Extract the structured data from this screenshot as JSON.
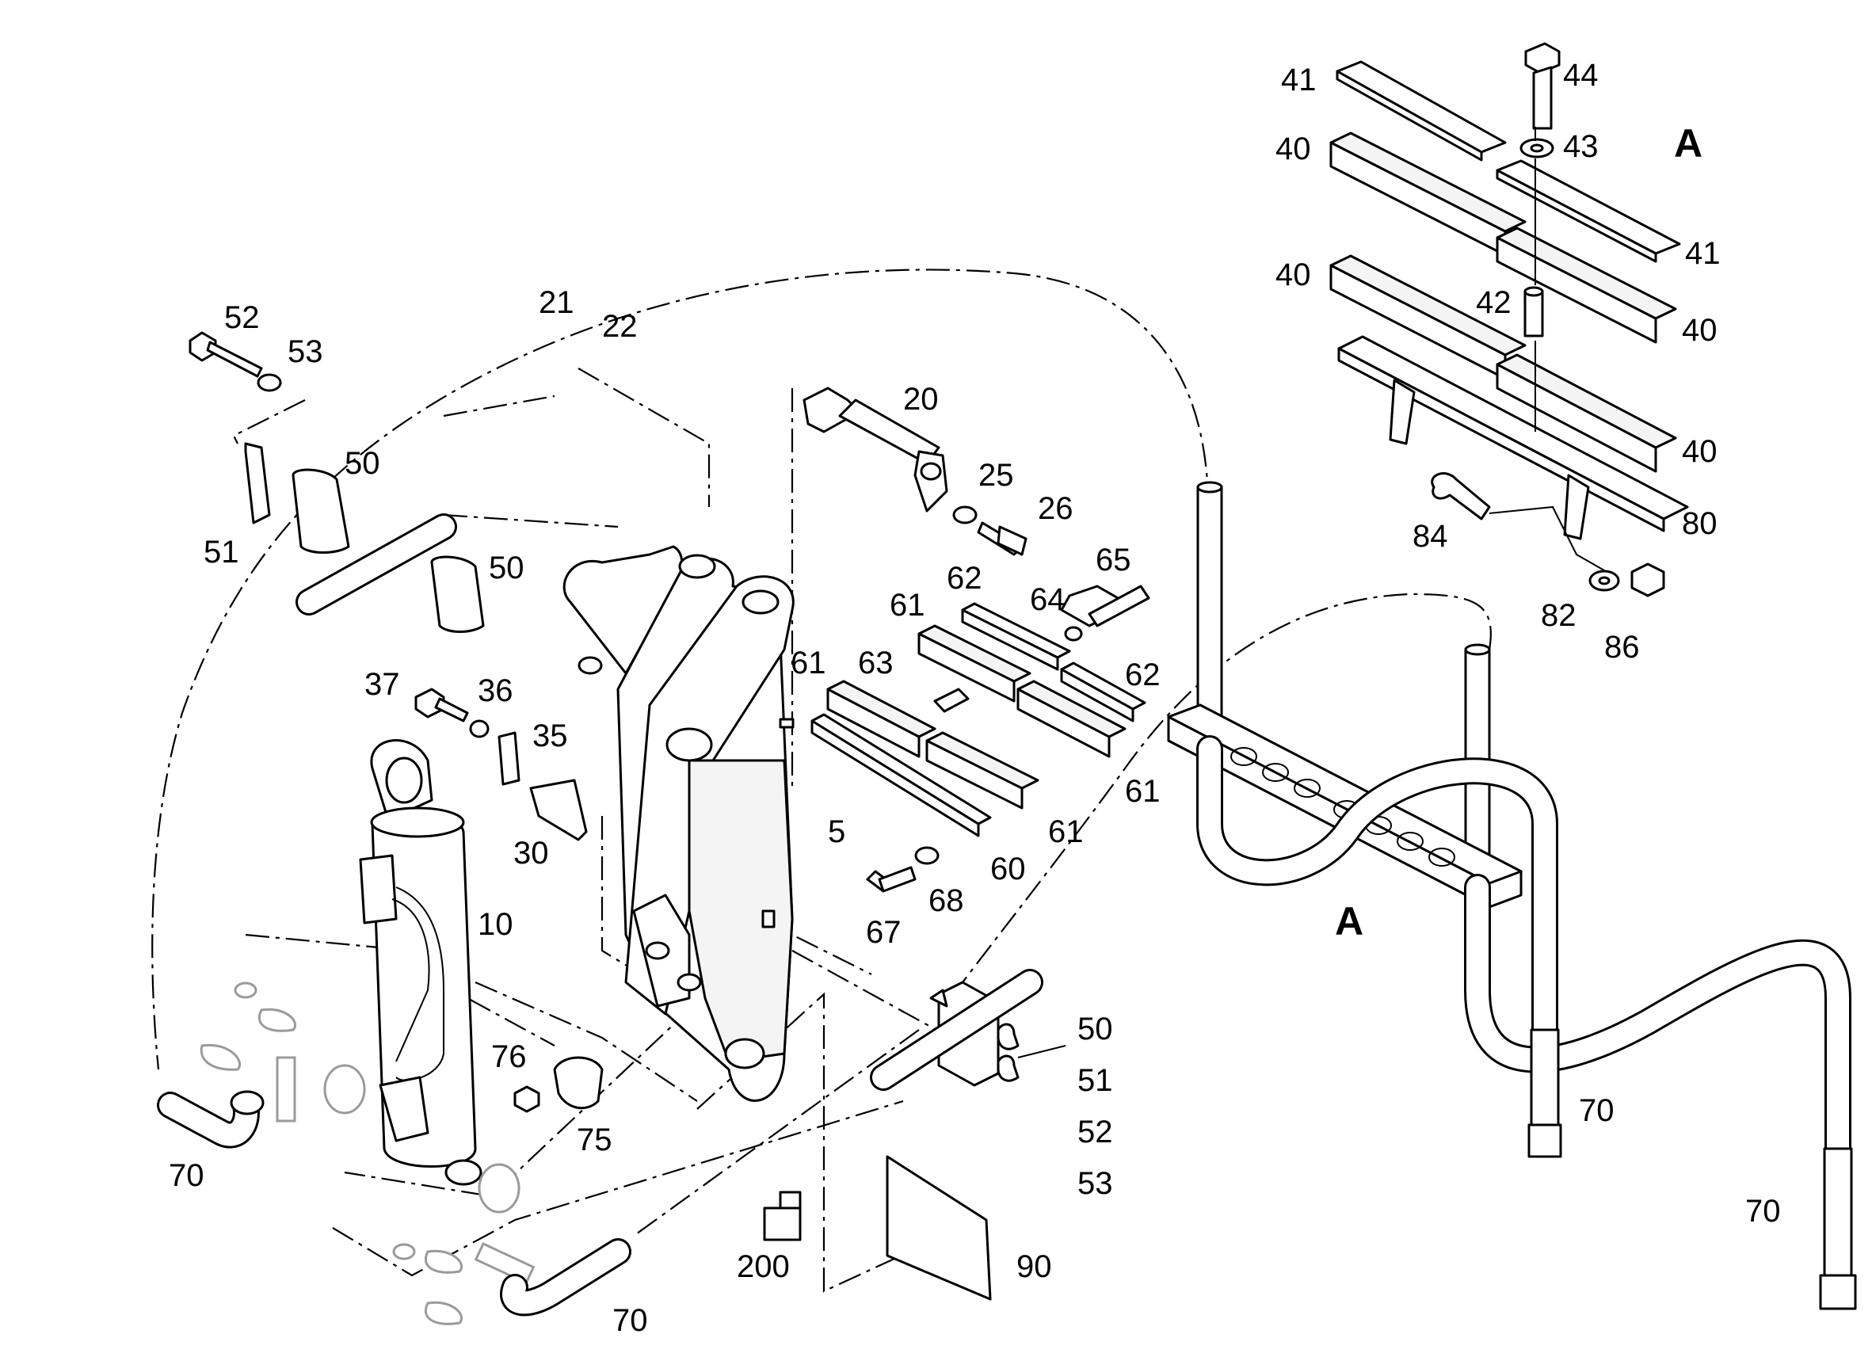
{
  "diagram": {
    "labels": {
      "l41a": "41",
      "l44": "44",
      "l43": "43",
      "lA1": "A",
      "l40a": "40",
      "l41b": "41",
      "l40b": "40",
      "l42": "42",
      "l40c": "40",
      "l40d": "40",
      "l84": "84",
      "l80": "80",
      "l82": "82",
      "l86": "86",
      "l52a": "52",
      "l53a": "53",
      "l21": "21",
      "l22": "22",
      "l20": "20",
      "l50a": "50",
      "l51a": "51",
      "l50b": "50",
      "l25": "25",
      "l26": "26",
      "l62a": "62",
      "l65": "65",
      "l64": "64",
      "l61a": "61",
      "l61b": "61",
      "l63": "63",
      "l62b": "62",
      "l37": "37",
      "l36": "36",
      "l35": "35",
      "l61c": "61",
      "l61d": "61",
      "l5": "5",
      "l30": "30",
      "l10": "10",
      "l60": "60",
      "l68": "68",
      "l67": "67",
      "lA2": "A",
      "l50c": "50",
      "l51b": "51",
      "l52b": "52",
      "l53b": "53",
      "l76": "76",
      "l75": "75",
      "l70a": "70",
      "l70b": "70",
      "l70c": "70",
      "l70d": "70",
      "l200": "200",
      "l90": "90"
    }
  }
}
